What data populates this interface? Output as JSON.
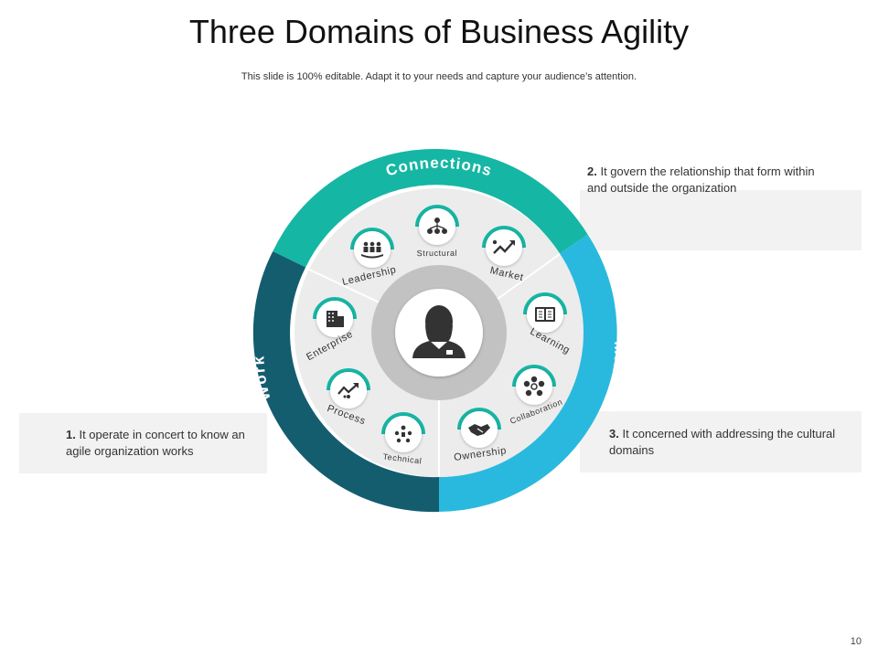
{
  "slide": {
    "title": "Three Domains of Business Agility",
    "subtitle": "This slide is 100% editable. Adapt it to your needs and capture your audience’s attention.",
    "page_number": "10"
  },
  "domains": {
    "connections": {
      "label": "Connections",
      "color": "#16b6a4"
    },
    "work": {
      "label": "Work",
      "color": "#135d6f"
    },
    "mindset": {
      "label": "Mindset",
      "color": "#2ab9de"
    }
  },
  "items": [
    {
      "label": "Structural",
      "icon": "org-structure-icon"
    },
    {
      "label": "Market",
      "icon": "market-trend-icon"
    },
    {
      "label": "Learning",
      "icon": "book-icon"
    },
    {
      "label": "Collaboration",
      "icon": "collaboration-network-icon"
    },
    {
      "label": "Ownership",
      "icon": "handshake-icon"
    },
    {
      "label": "Technical",
      "icon": "technical-team-icon"
    },
    {
      "label": "Process",
      "icon": "process-chart-icon"
    },
    {
      "label": "Enterprise",
      "icon": "building-icon"
    },
    {
      "label": "Leadership",
      "icon": "leadership-group-icon"
    }
  ],
  "center": {
    "icon": "businesswoman-icon"
  },
  "callouts": [
    {
      "num": "1.",
      "text": "It operate in concert to know an agile organization works"
    },
    {
      "num": "2.",
      "text": "It govern the relationship that form within and outside the organization"
    },
    {
      "num": "3.",
      "text": "It concerned with addressing the cultural domains"
    }
  ]
}
